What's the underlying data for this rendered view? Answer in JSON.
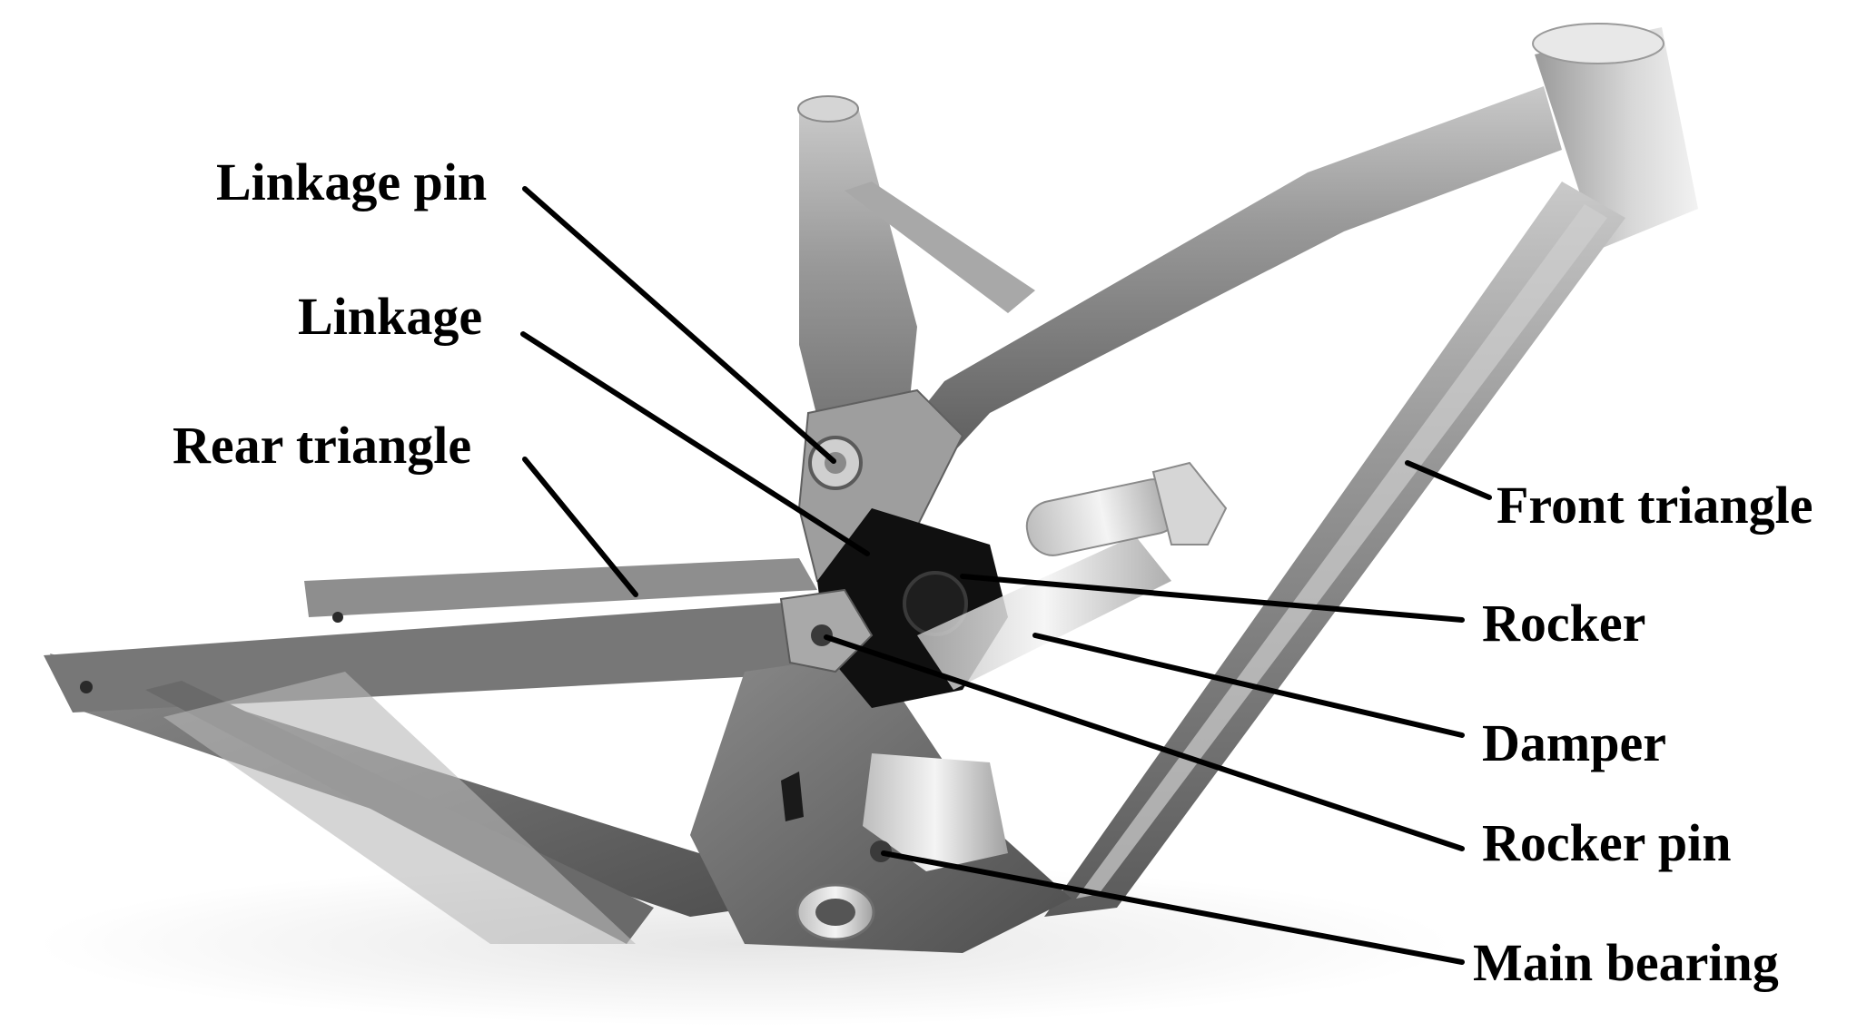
{
  "diagram": {
    "labels": {
      "linkage_pin": "Linkage pin",
      "linkage": "Linkage",
      "rear_triangle": "Rear triangle",
      "front_triangle": "Front triangle",
      "rocker": "Rocker",
      "damper": "Damper",
      "rocker_pin": "Rocker pin",
      "main_bearing": "Main bearing"
    }
  }
}
